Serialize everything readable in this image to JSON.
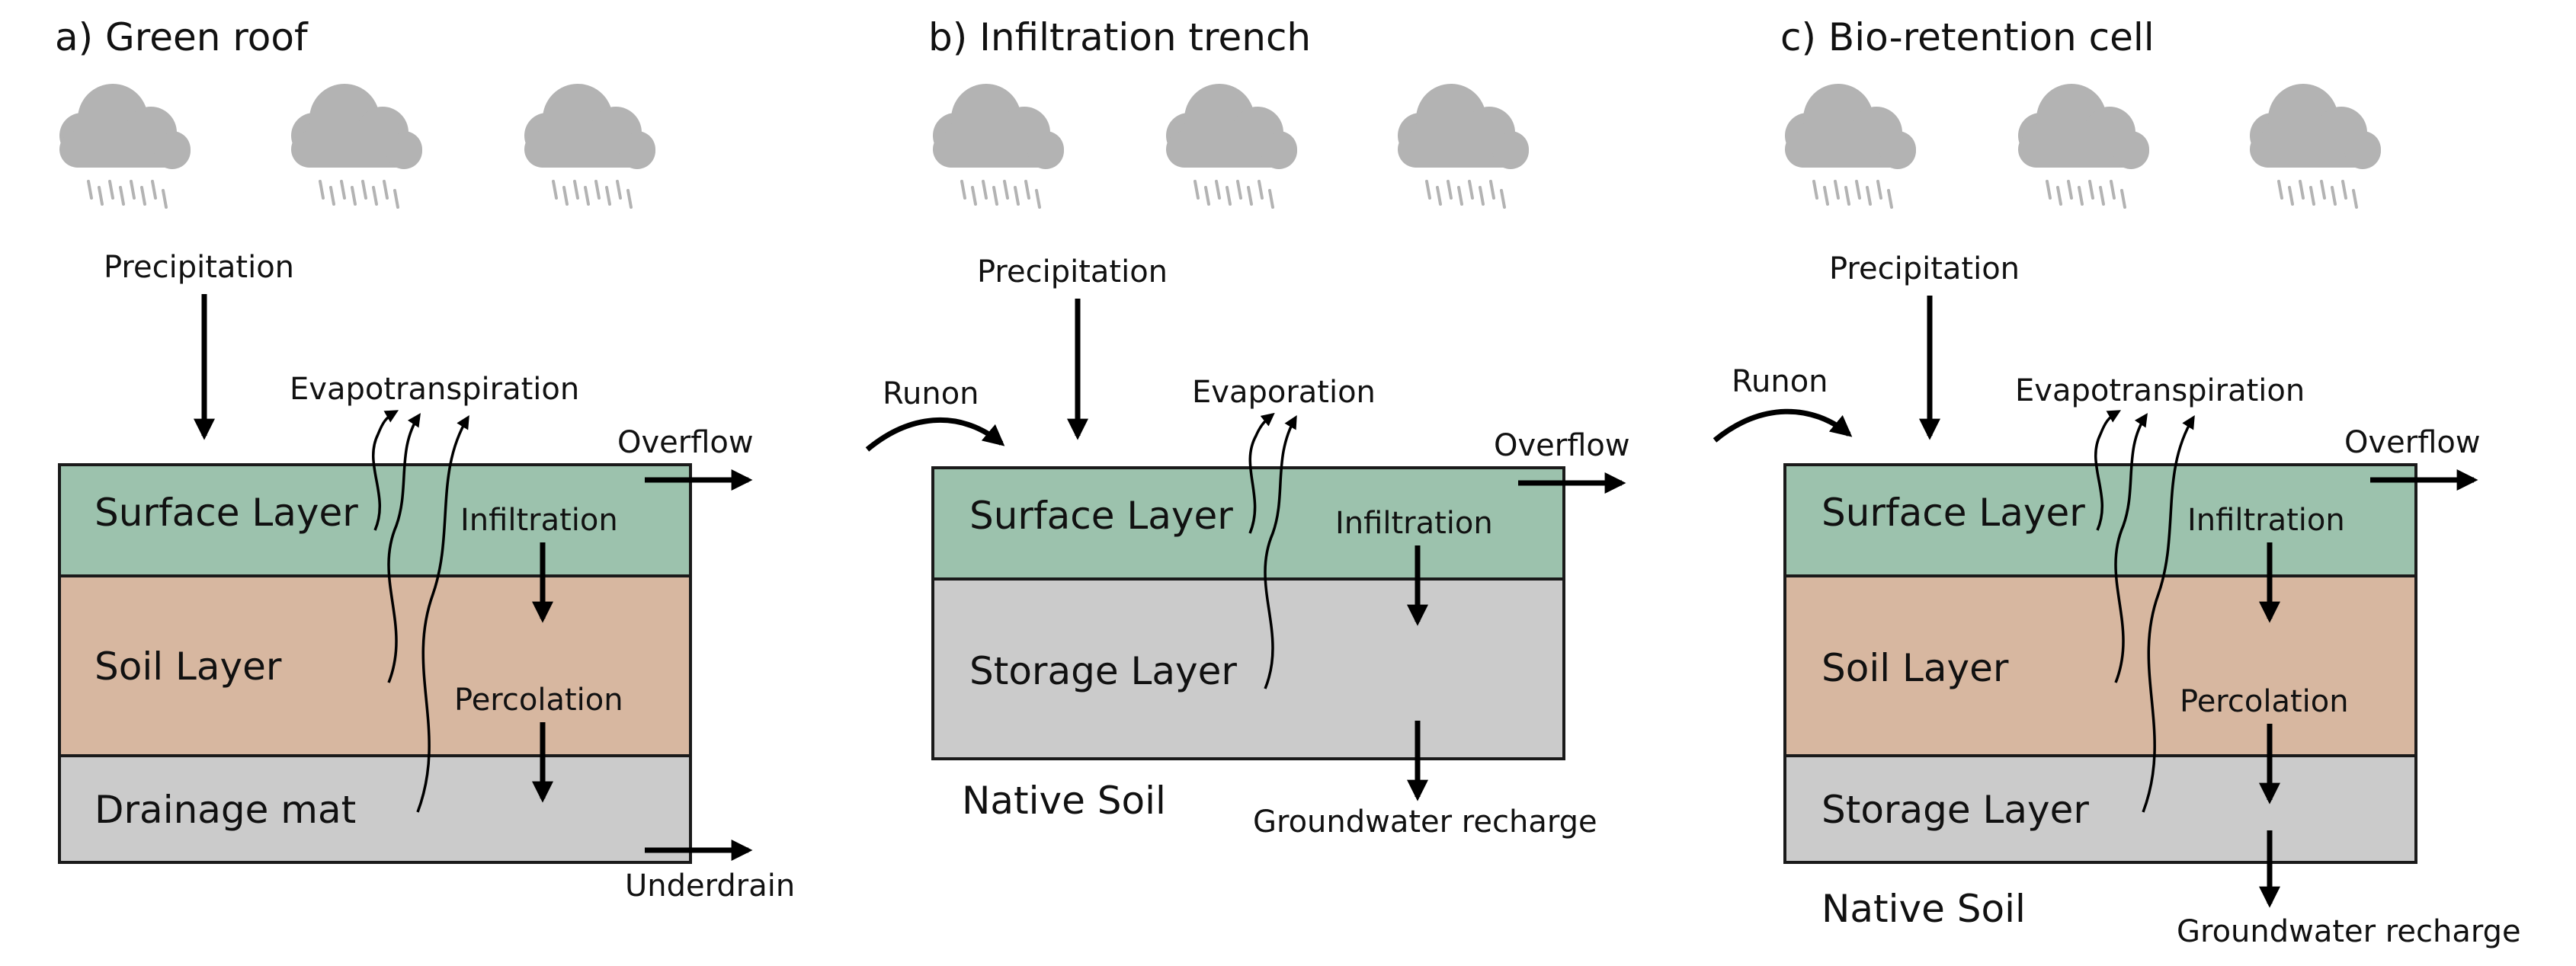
{
  "panels": [
    {
      "title": "a) Green roof",
      "precipitation": "Precipitation",
      "runon": "",
      "evap": "Evapotranspiration",
      "overflow": "Overflow",
      "infiltration": "Infiltration",
      "percolation": "Percolation",
      "layers": [
        "Surface Layer",
        "Soil Layer",
        "Drainage mat"
      ],
      "native_soil": "",
      "outflow": "Underdrain"
    },
    {
      "title": "b) Infiltration trench",
      "precipitation": "Precipitation",
      "runon": "Runon",
      "evap": "Evaporation",
      "overflow": "Overflow",
      "infiltration": "Infiltration",
      "percolation": "",
      "layers": [
        "Surface Layer",
        "Storage Layer"
      ],
      "native_soil": "Native Soil",
      "outflow": "Groundwater recharge"
    },
    {
      "title": "c) Bio-retention cell",
      "precipitation": "Precipitation",
      "runon": "Runon",
      "evap": "Evapotranspiration",
      "overflow": "Overflow",
      "infiltration": "Infiltration",
      "percolation": "Percolation",
      "layers": [
        "Surface Layer",
        "Soil Layer",
        "Storage Layer"
      ],
      "native_soil": "Native Soil",
      "outflow": "Groundwater recharge"
    }
  ],
  "colors": {
    "surface_layer": "#9cc2ad",
    "soil_layer": "#d7b7a0",
    "storage_layer": "#cbcbcb",
    "cloud": "#b3b3b3"
  }
}
